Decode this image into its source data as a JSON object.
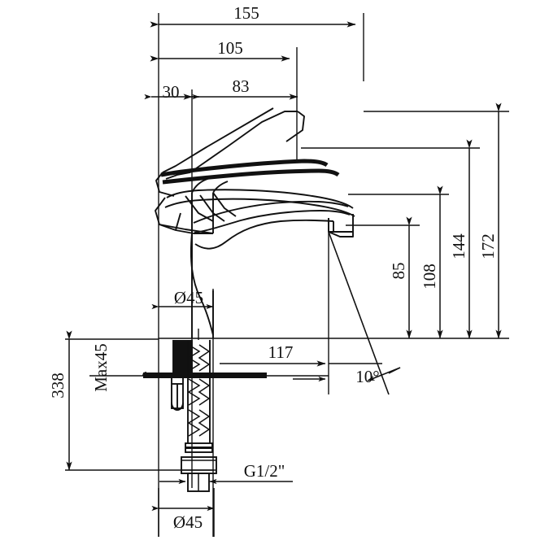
{
  "document": {
    "type": "technical-drawing",
    "subject": "basin mixer tap / faucet dimensional drawing",
    "view": "side elevation",
    "units": "mm",
    "line_color": "#111111",
    "background_color": "#ffffff"
  },
  "dimensions": {
    "horizontal_top": [
      {
        "id": "dim-155",
        "label": "155",
        "value": 155,
        "note": "overall spout projection from wall/axis reference"
      },
      {
        "id": "dim-105",
        "label": "105",
        "value": 105,
        "note": "spout reach"
      },
      {
        "id": "dim-30",
        "label": "30",
        "value": 30,
        "note": "offset from left reference to body axis"
      },
      {
        "id": "dim-83",
        "label": "83",
        "value": 83,
        "note": "lever / handle length"
      }
    ],
    "vertical_right": [
      {
        "id": "dim-85",
        "label": "85",
        "value": 85,
        "note": "spout outlet height above mounting surface"
      },
      {
        "id": "dim-108",
        "label": "108",
        "value": 108,
        "note": "spout top height"
      },
      {
        "id": "dim-144",
        "label": "144",
        "value": 144,
        "note": "body height"
      },
      {
        "id": "dim-172",
        "label": "172",
        "value": 172,
        "note": "overall height with lever"
      }
    ],
    "vertical_left": [
      {
        "id": "dim-338",
        "label": "338",
        "value": 338,
        "note": "overall length below mounting surface incl. hoses"
      }
    ],
    "horizontal_lower": [
      {
        "id": "dim-117",
        "label": "117",
        "value": 117,
        "note": "outlet stream horizontal reference"
      }
    ],
    "angles": [
      {
        "id": "dim-angle",
        "label": "10°",
        "value": 10,
        "note": "outlet stream angle"
      }
    ],
    "diameters": [
      {
        "id": "dim-dia-top",
        "label": "Ø45",
        "value": 45,
        "note": "base / shank diameter at mounting"
      },
      {
        "id": "dim-dia-bottom",
        "label": "Ø45",
        "value": 45,
        "note": "base diameter"
      }
    ],
    "notes": [
      {
        "id": "note-max45",
        "label": "Max45",
        "note": "maximum deck / counter thickness"
      },
      {
        "id": "note-thread",
        "label": "G1/2\"",
        "note": "supply hose connection thread"
      }
    ]
  }
}
